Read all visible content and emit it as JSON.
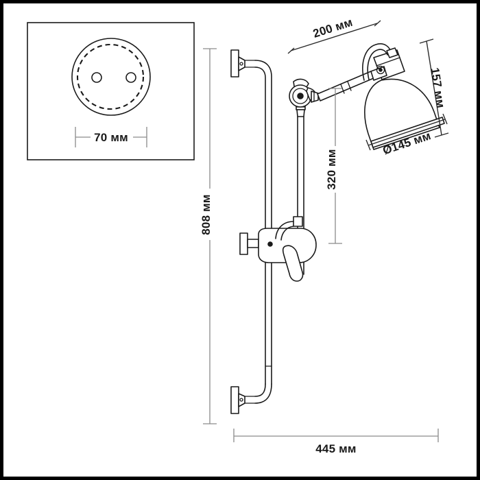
{
  "page": {
    "title": "Wall lamp technical dimension drawing",
    "background_color": "#ffffff",
    "border_color": "#000000",
    "line_color": "#1a1a1a",
    "dim_line_color": "#8a8a8a"
  },
  "detail_box": {
    "name": "wall-plate-detail",
    "dimension_label": "70 мм"
  },
  "dimensions": {
    "arm_length": "200 мм",
    "shade_height": "157 мм",
    "shade_diameter": "Ø145 мм",
    "lamp_drop": "320 мм",
    "rail_height": "808 мм",
    "total_width": "445 мм"
  },
  "units": "мм"
}
